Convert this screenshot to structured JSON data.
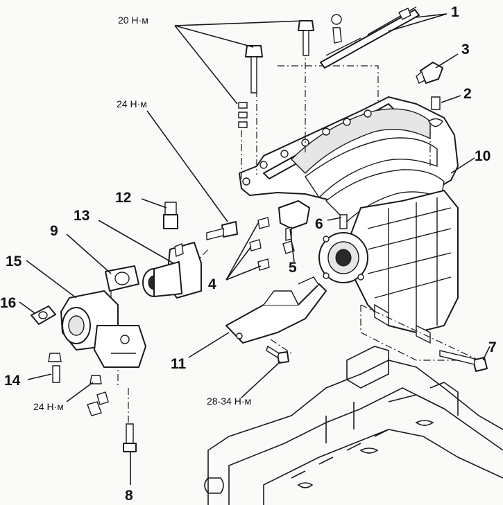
{
  "callouts": {
    "c1": "1",
    "c2": "2",
    "c3": "3",
    "c4": "4",
    "c5": "5",
    "c6": "6",
    "c7": "7",
    "c8": "8",
    "c9": "9",
    "c10": "10",
    "c11": "11",
    "c12": "12",
    "c13": "13",
    "c14": "14",
    "c15": "15",
    "c16": "16"
  },
  "torques": {
    "t_top": "20 Н·м",
    "t_mid": "24 Н·м",
    "t_bottom_left": "24 Н·м",
    "t_bracket": "28-34 Н·м"
  }
}
